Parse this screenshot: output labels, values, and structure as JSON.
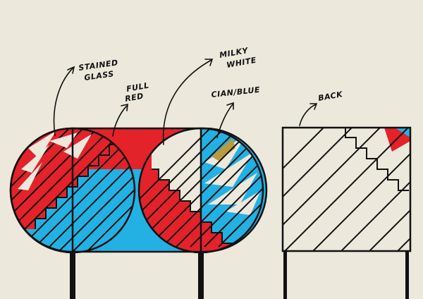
{
  "labels": {
    "stained_line1": "STAINED",
    "stained_line2": "GLASS",
    "full_line1": "FULL",
    "full_line2": "RED",
    "milky_line1": "MILKY",
    "milky_line2": "WHITE",
    "cian": "CIAN/BLUE",
    "back": "BACK"
  },
  "colors": {
    "background": "#ece8dc",
    "red": "#e3222a",
    "blue": "#23b1e3",
    "cream": "#ece8dc",
    "olive": "#b99a3e",
    "ink": "#111111"
  }
}
